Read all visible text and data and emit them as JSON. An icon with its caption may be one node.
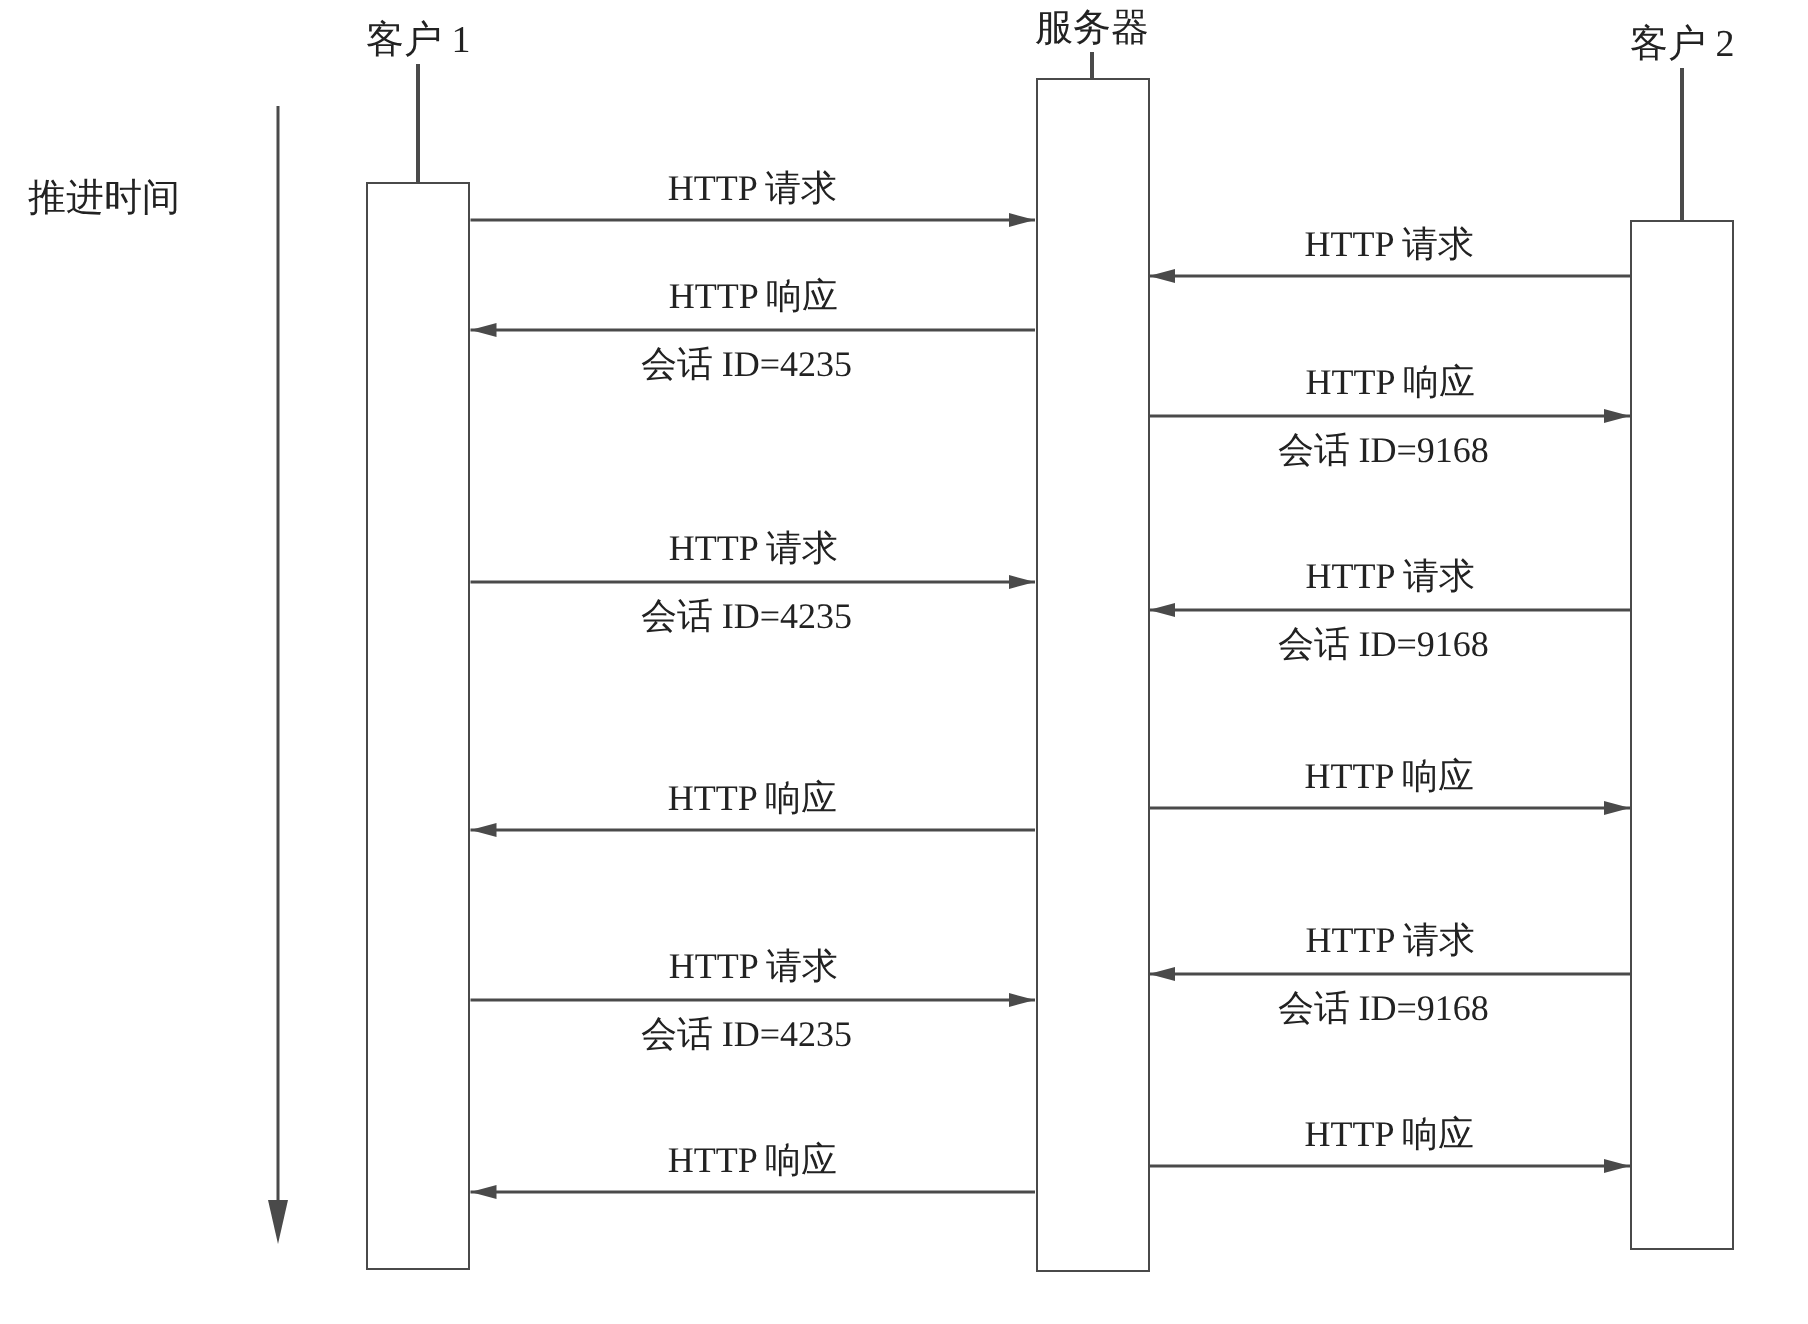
{
  "diagram": {
    "nodes": [
      {
        "text": [
          "客户 1"
        ]
      },
      {
        "text": [
          "服务器"
        ]
      },
      {
        "text": [
          "客户 2"
        ]
      }
    ],
    "edges": [
      {
        "from": 0,
        "to": 1,
        "arrow": "to",
        "label": "HTTP 请求"
      },
      {
        "from": 2,
        "to": 1,
        "arrow": "to",
        "label": "HTTP 请求"
      },
      {
        "from": 1,
        "to": 0,
        "arrow": "to",
        "label": "HTTP 响应会话 ID=4235"
      },
      {
        "from": 1,
        "to": 2,
        "arrow": "to",
        "label": "HTTP 响应会话 ID=9168"
      },
      {
        "from": 0,
        "to": 1,
        "arrow": "to",
        "label": "HTTP 请求会话 ID=4235"
      },
      {
        "from": 2,
        "to": 1,
        "arrow": "to",
        "label": "HTTP 请求会话 ID=9168"
      },
      {
        "from": 1,
        "to": 2,
        "arrow": "to",
        "label": "HTTP 响应"
      },
      {
        "from": 1,
        "to": 0,
        "arrow": "to",
        "label": "HTTP 响应"
      },
      {
        "from": 2,
        "to": 1,
        "arrow": "to",
        "label": "HTTP 请求会话 ID=9168"
      },
      {
        "from": 0,
        "to": 1,
        "arrow": "to",
        "label": "HTTP 请求会话 ID=4235"
      },
      {
        "from": 1,
        "to": 2,
        "arrow": "to",
        "label": "HTTP 响应"
      },
      {
        "from": 1,
        "to": 0,
        "arrow": "to",
        "label": "HTTP 响应"
      }
    ],
    "labels": [
      "推进时间"
    ]
  }
}
